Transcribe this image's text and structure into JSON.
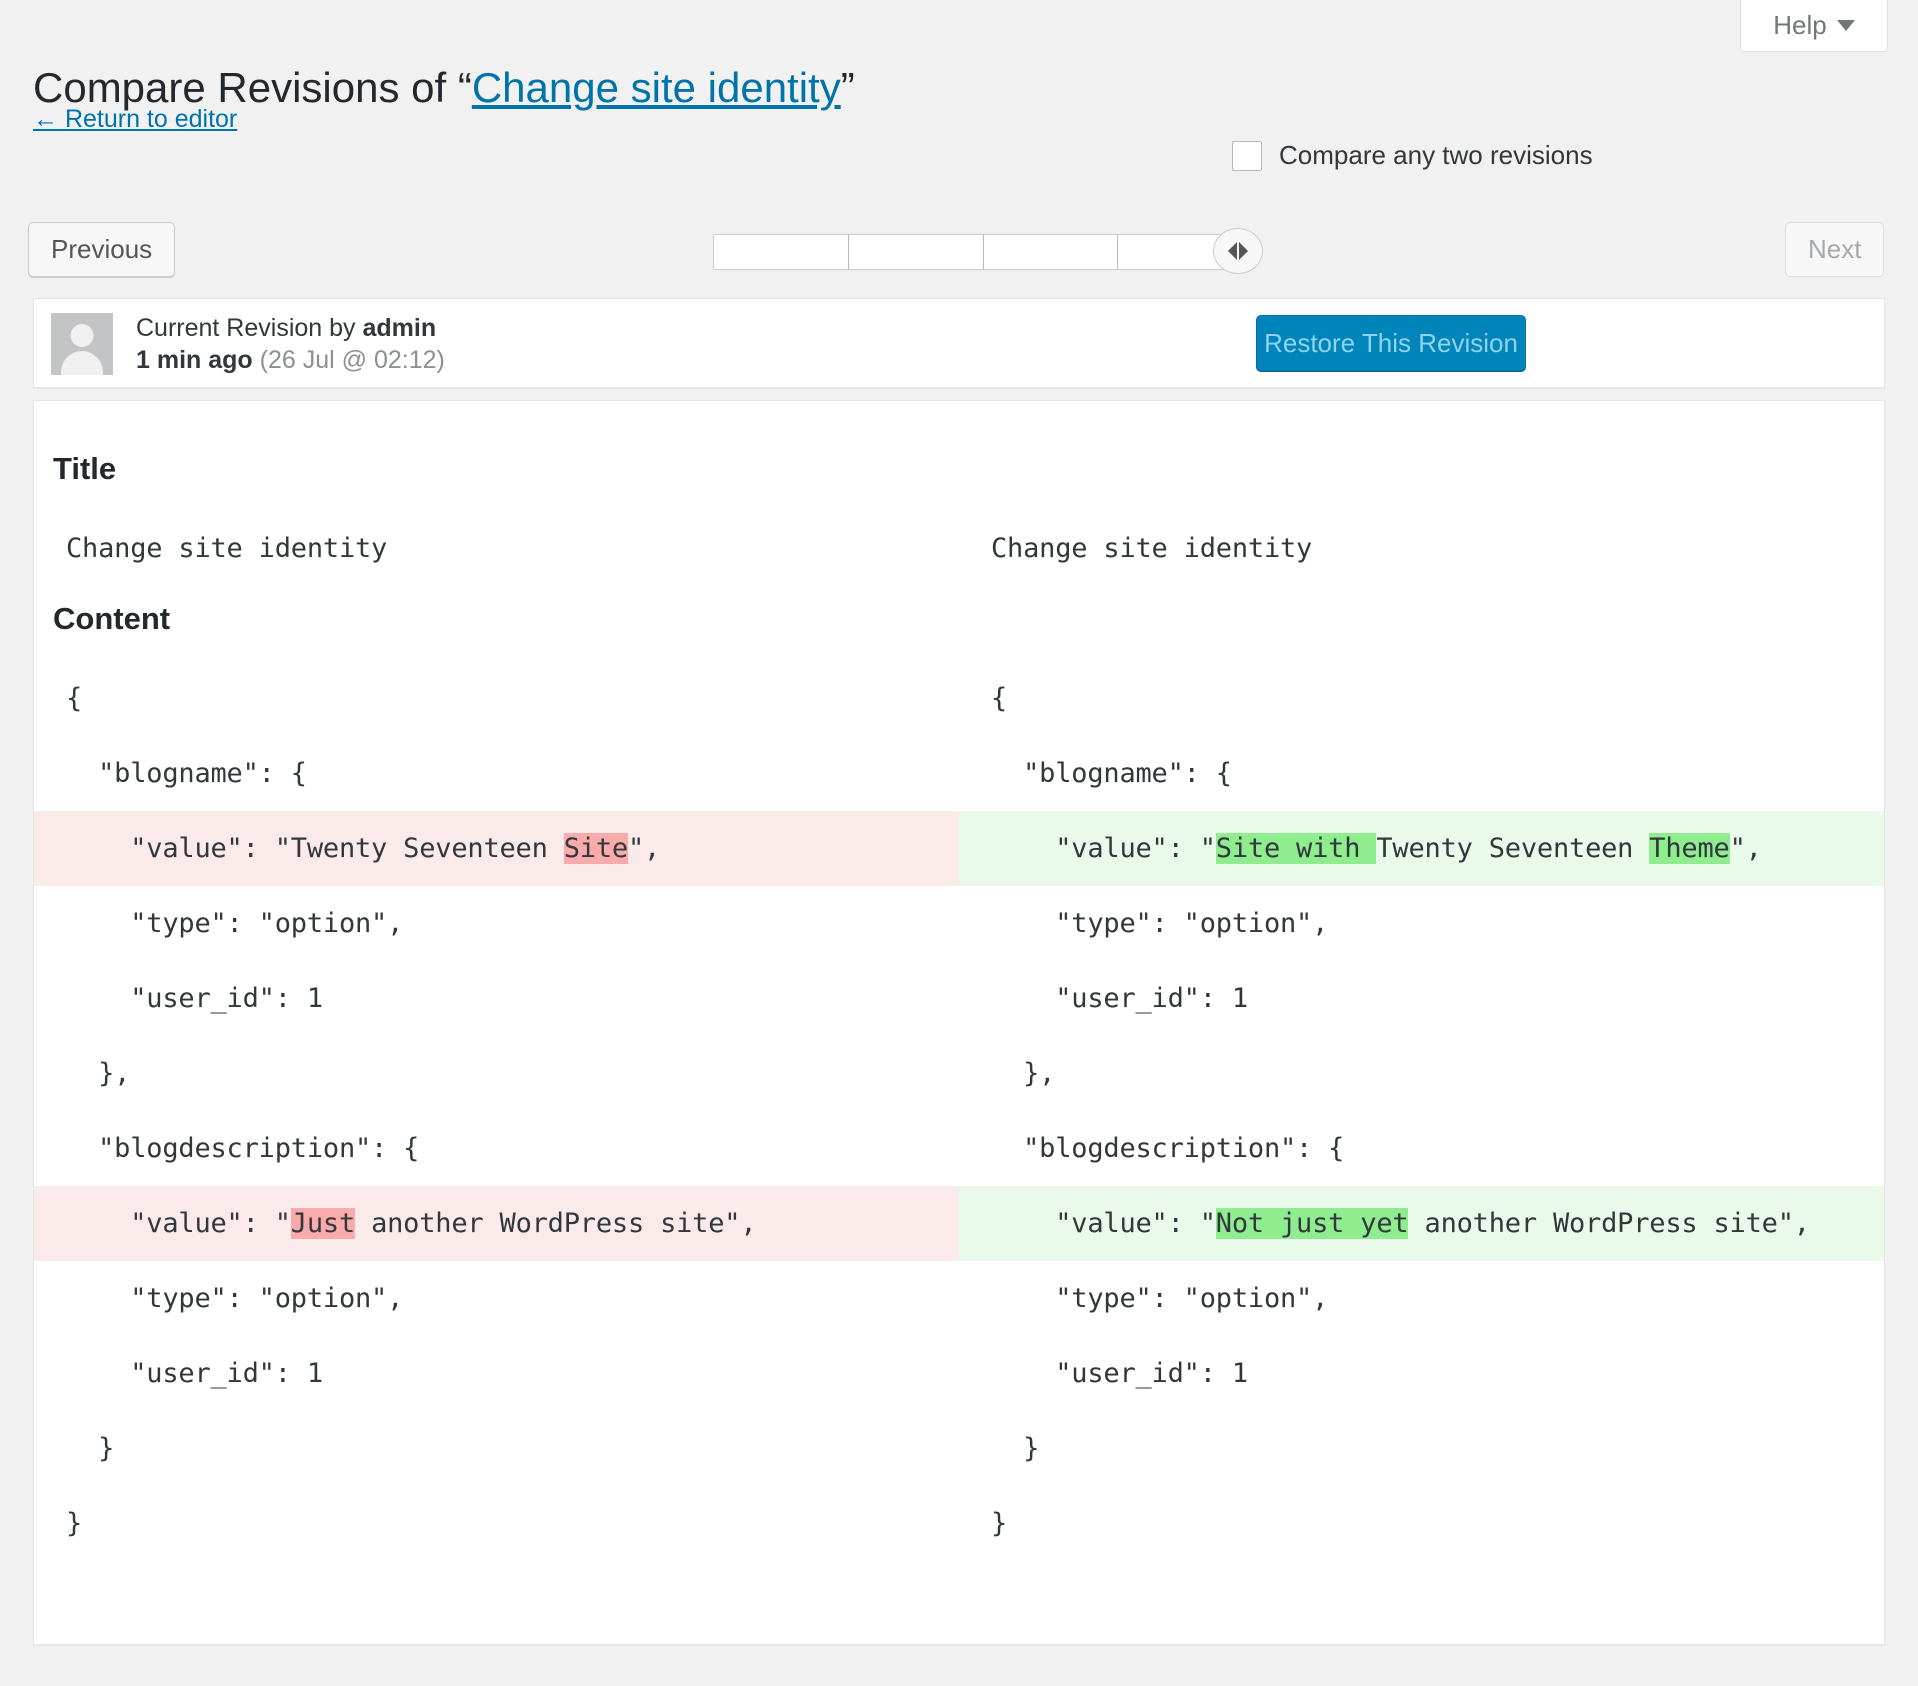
{
  "header": {
    "help_label": "Help",
    "help_icon": "chevron-down-icon",
    "title_prefix": "Compare Revisions of “",
    "title_link": "Change site identity",
    "title_suffix": "”",
    "return_link": "← Return to editor",
    "compare_checkbox_label": "Compare any two revisions",
    "compare_checkbox_checked": false
  },
  "nav": {
    "previous_label": "Previous",
    "next_label": "Next",
    "next_disabled": true,
    "slider_segments": 4,
    "slider_handle_position": "right",
    "slider_handle_icon": "left-right-arrows-icon"
  },
  "revision": {
    "avatar_icon": "user-avatar-placeholder-icon",
    "byline_prefix": "Current Revision by ",
    "author": "admin",
    "relative_time": "1 min ago",
    "absolute_time": "(26 Jul @ 02:12)",
    "restore_label": "Restore This Revision"
  },
  "diff": {
    "sections": [
      {
        "heading": "Title"
      },
      {
        "heading": "Content"
      }
    ],
    "title_rows": [
      {
        "type": "unchanged",
        "left": [
          {
            "t": "Change site identity"
          }
        ],
        "right": [
          {
            "t": "Change site identity"
          }
        ]
      }
    ],
    "content_rows": [
      {
        "type": "unchanged",
        "left": [
          {
            "t": "{"
          }
        ],
        "right": [
          {
            "t": "{"
          }
        ]
      },
      {
        "type": "unchanged",
        "left": [
          {
            "t": "  \"blogname\": {"
          }
        ],
        "right": [
          {
            "t": "  \"blogname\": {"
          }
        ]
      },
      {
        "type": "changed",
        "left": [
          {
            "t": "    \"value\": \"Twenty Seventeen "
          },
          {
            "t": "Site",
            "hl": true
          },
          {
            "t": "\","
          }
        ],
        "right": [
          {
            "t": "    \"value\": \""
          },
          {
            "t": "Site with ",
            "hl": true
          },
          {
            "t": "Twenty Seventeen "
          },
          {
            "t": "Theme",
            "hl": true
          },
          {
            "t": "\","
          }
        ]
      },
      {
        "type": "unchanged",
        "left": [
          {
            "t": "    \"type\": \"option\","
          }
        ],
        "right": [
          {
            "t": "    \"type\": \"option\","
          }
        ]
      },
      {
        "type": "unchanged",
        "left": [
          {
            "t": "    \"user_id\": 1"
          }
        ],
        "right": [
          {
            "t": "    \"user_id\": 1"
          }
        ]
      },
      {
        "type": "unchanged",
        "left": [
          {
            "t": "  },"
          }
        ],
        "right": [
          {
            "t": "  },"
          }
        ]
      },
      {
        "type": "unchanged",
        "left": [
          {
            "t": "  \"blogdescription\": {"
          }
        ],
        "right": [
          {
            "t": "  \"blogdescription\": {"
          }
        ]
      },
      {
        "type": "changed",
        "left": [
          {
            "t": "    \"value\": \""
          },
          {
            "t": "Just",
            "hl": true
          },
          {
            "t": " another WordPress site\","
          }
        ],
        "right": [
          {
            "t": "    \"value\": \""
          },
          {
            "t": "Not just yet",
            "hl": true
          },
          {
            "t": " another WordPress site\","
          }
        ]
      },
      {
        "type": "unchanged",
        "left": [
          {
            "t": "    \"type\": \"option\","
          }
        ],
        "right": [
          {
            "t": "    \"type\": \"option\","
          }
        ]
      },
      {
        "type": "unchanged",
        "left": [
          {
            "t": "    \"user_id\": 1"
          }
        ],
        "right": [
          {
            "t": "    \"user_id\": 1"
          }
        ]
      },
      {
        "type": "unchanged",
        "left": [
          {
            "t": "  }"
          }
        ],
        "right": [
          {
            "t": "  }"
          }
        ]
      },
      {
        "type": "unchanged",
        "left": [
          {
            "t": "}"
          }
        ],
        "right": [
          {
            "t": "}"
          }
        ]
      }
    ]
  },
  "colors": {
    "page_bg": "#f1f1f1",
    "link": "#0073aa",
    "restore_bg": "#0085ba",
    "del_row": "#fbeaea",
    "del_hl": "#f9aaaa",
    "ins_row": "#eafaea",
    "ins_hl": "#8fed8f"
  }
}
